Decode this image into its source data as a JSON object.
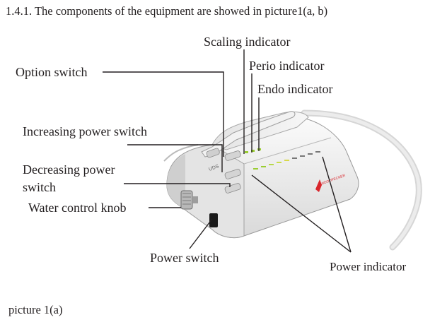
{
  "heading": "1.4.1. The components of the equipment are showed in picture1(a, b)",
  "labels": {
    "option_switch": "Option switch",
    "scaling_indicator": "Scaling indicator",
    "perio_indicator": "Perio indicator",
    "endo_indicator": "Endo indicator",
    "increasing_power_switch": "Increasing power switch",
    "decreasing_power_switch": "Decreasing power switch",
    "water_control_knob": "Water control knob",
    "power_switch": "Power switch",
    "power_indicator": "Power indicator"
  },
  "device": {
    "model_text": "UDS",
    "brand_text": "WOODPECKER"
  },
  "caption": "picture 1(a)",
  "colors": {
    "text": "#231f20",
    "device_body": "#eeeeee",
    "indicator_green": "#9acd32",
    "brand_red": "#d9262c"
  }
}
